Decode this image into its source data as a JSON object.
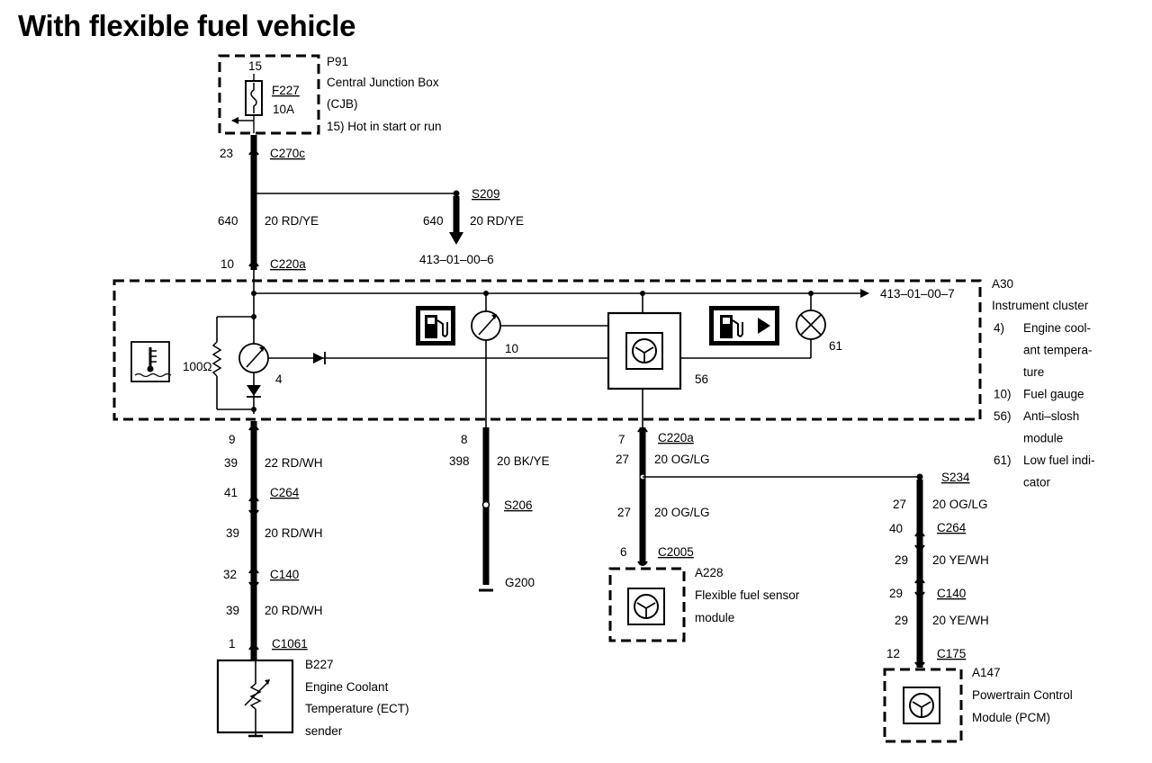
{
  "title": "With flexible fuel vehicle",
  "cjb": {
    "pin_top": "15",
    "fuse_id": "F227",
    "fuse_rating": "10A",
    "ref": "P91",
    "name_line1": "Central Junction Box",
    "name_line2": "(CJB)",
    "note": "15)  Hot in start or run"
  },
  "c270c": {
    "pin": "23",
    "id": "C270c"
  },
  "s209": {
    "id": "S209",
    "circuit": "640",
    "wire": "20 RD/YE",
    "ref": "413–01–00–6"
  },
  "feed": {
    "circuit": "640",
    "wire": "20 RD/YE"
  },
  "c220a_top": {
    "pin": "10",
    "id": "C220a"
  },
  "cluster": {
    "ref": "A30",
    "name": "Instrument cluster",
    "out_ref": "413–01–00–7",
    "resistor": "100Ω",
    "label_4": "4",
    "label_10": "10",
    "label_56": "56",
    "label_61": "61",
    "legend": [
      {
        "num": "4)",
        "lines": [
          "Engine cool-",
          "ant tempera-",
          "ture"
        ]
      },
      {
        "num": "10)",
        "lines": [
          "Fuel gauge"
        ]
      },
      {
        "num": "56)",
        "lines": [
          "Anti–slosh",
          "module"
        ]
      },
      {
        "num": "61)",
        "lines": [
          "Low fuel indi-",
          "cator"
        ]
      }
    ]
  },
  "ect_branch": {
    "pin_cluster": "9",
    "circuit1": "39",
    "wire1": "22 RD/WH",
    "c264_pin": "41",
    "c264_id": "C264",
    "circuit2": "39",
    "wire2": "20 RD/WH",
    "c140_pin": "32",
    "c140_id": "C140",
    "circuit3": "39",
    "wire3": "20 RD/WH",
    "c1061_pin": "1",
    "c1061_id": "C1061",
    "sender_ref": "B227",
    "sender_name": [
      "Engine Coolant",
      "Temperature (ECT)",
      "sender"
    ]
  },
  "ground_branch": {
    "pin_cluster": "8",
    "circuit": "398",
    "wire": "20 BK/YE",
    "splice": "S206",
    "ground": "G200"
  },
  "ffs_branch": {
    "pin_cluster": "7",
    "connector": "C220a",
    "circuit1": "27",
    "wire1": "20 OG/LG",
    "circuit2": "27",
    "wire2": "20 OG/LG",
    "c2005_pin": "6",
    "c2005_id": "C2005",
    "module_ref": "A228",
    "module_name": [
      "Flexible fuel sensor",
      "module"
    ]
  },
  "pcm_branch": {
    "splice": "S234",
    "circuit1": "27",
    "wire1": "20 OG/LG",
    "c264_pin": "40",
    "c264_id": "C264",
    "circuit2": "29",
    "wire2": "20 YE/WH",
    "c140_pin": "29",
    "c140_id": "C140",
    "circuit3": "29",
    "wire3": "20 YE/WH",
    "c175_pin": "12",
    "c175_id": "C175",
    "module_ref": "A147",
    "module_name": [
      "Powertrain Control",
      "Module (PCM)"
    ]
  }
}
